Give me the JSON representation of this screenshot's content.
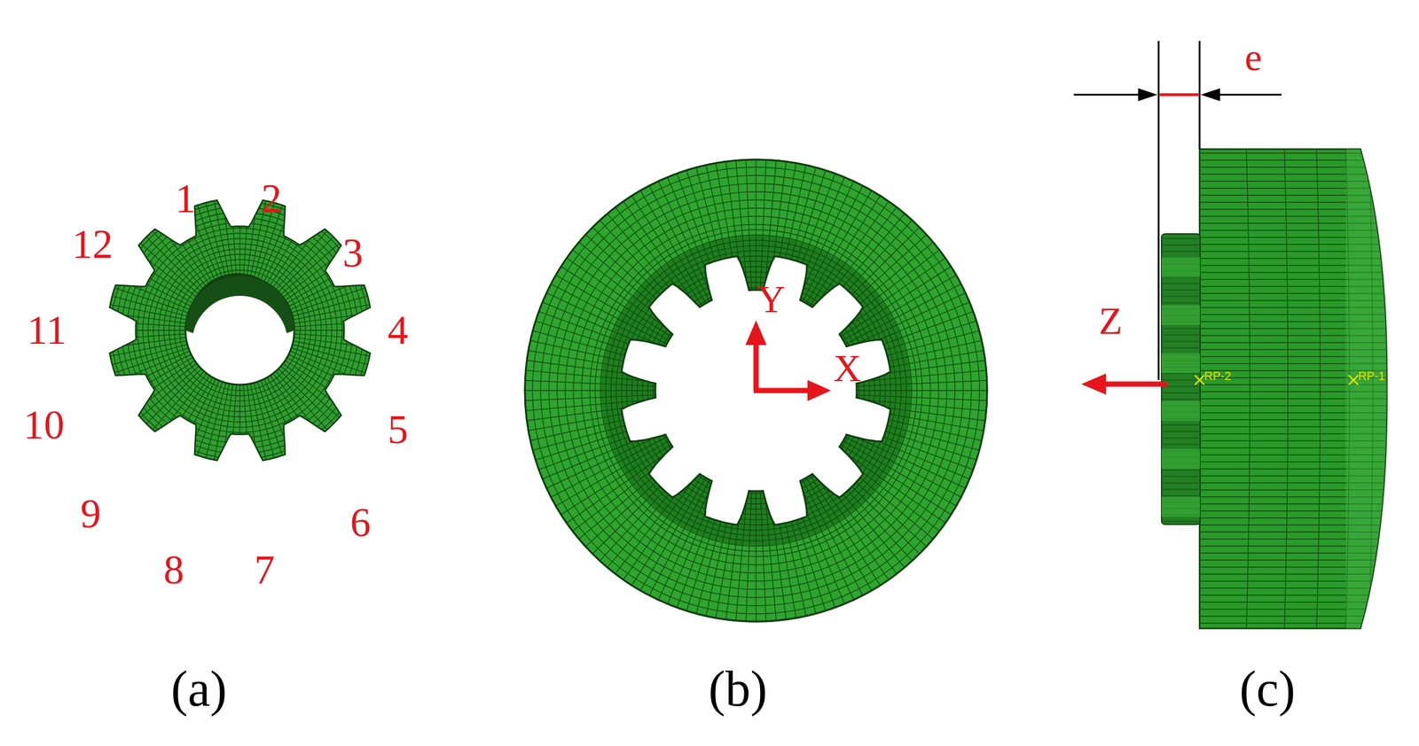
{
  "diagram": {
    "labels": [
      "1",
      "2",
      "3",
      "4",
      "5",
      "6",
      "7",
      "8",
      "9",
      "10",
      "11",
      "12",
      "Y",
      "X",
      "Z",
      "e",
      "RP-2",
      "RP-1",
      "(a)",
      "(b)",
      "(c)"
    ]
  }
}
